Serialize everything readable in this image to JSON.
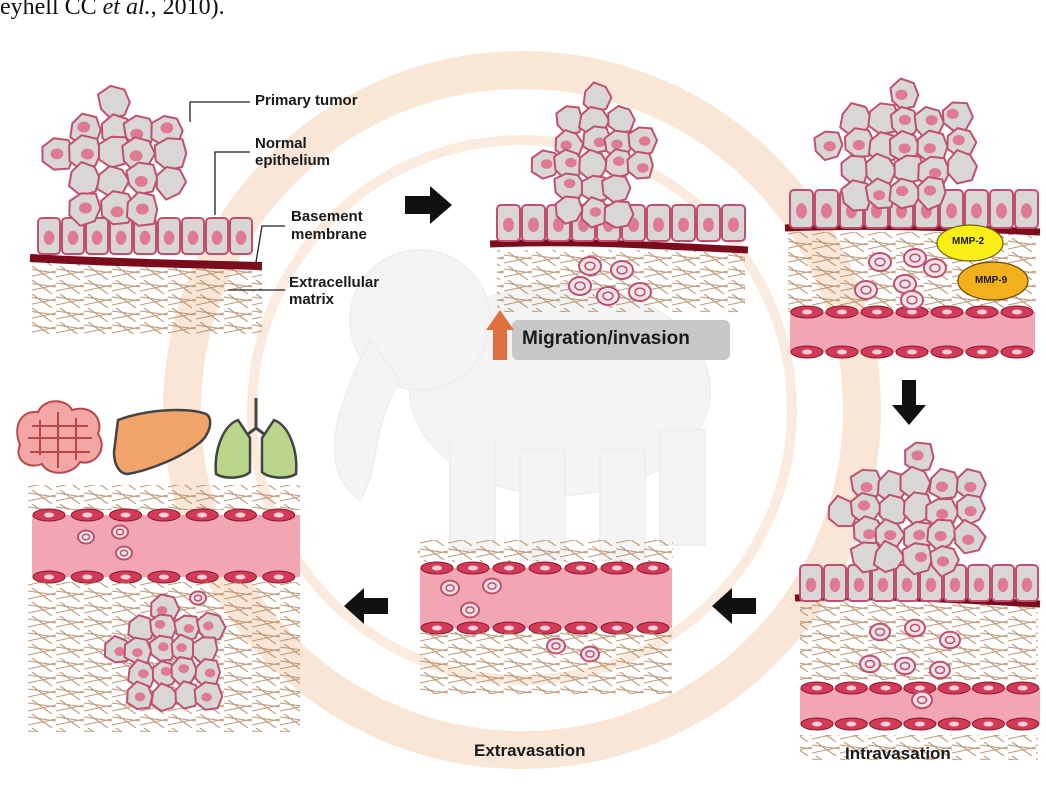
{
  "citation": {
    "prefix": "eyhell CC ",
    "italic": "et al.",
    "suffix": ", 2010)."
  },
  "labels": {
    "primary_tumor": "Primary tumor",
    "normal_epithelium_1": "Normal",
    "normal_epithelium_2": "epithelium",
    "basement_membrane_1": "Basement",
    "basement_membrane_2": "membrane",
    "ecm_1": "Extracellular",
    "ecm_2": "matrix",
    "migration": "Migration/invasion",
    "mmp2": "MMP-2",
    "mmp9": "MMP-9",
    "extravasation": "Extravasation",
    "intravasation": "Intravasation"
  },
  "organs": [
    "brain-icon",
    "liver-icon",
    "lungs-icon"
  ],
  "colors": {
    "cell_fill": "#d9d6d6",
    "cell_stroke": "#c0506f",
    "nucleus": "#e07a93",
    "membrane": "#7a0c1c",
    "vessel_wall": "#d23a58",
    "vessel_lumen": "#f2a6b4",
    "matrix": "#b08660",
    "watermark": "#f4c9a8",
    "mmp2_fill": "#f9ee17",
    "mmp9_fill": "#f3b01b",
    "migration_arrow": "#e07040",
    "migration_box": "#c8c8c8",
    "liver": "#f0a46a",
    "lungs": "#b9d68a",
    "brain": "#f3a6a6"
  }
}
